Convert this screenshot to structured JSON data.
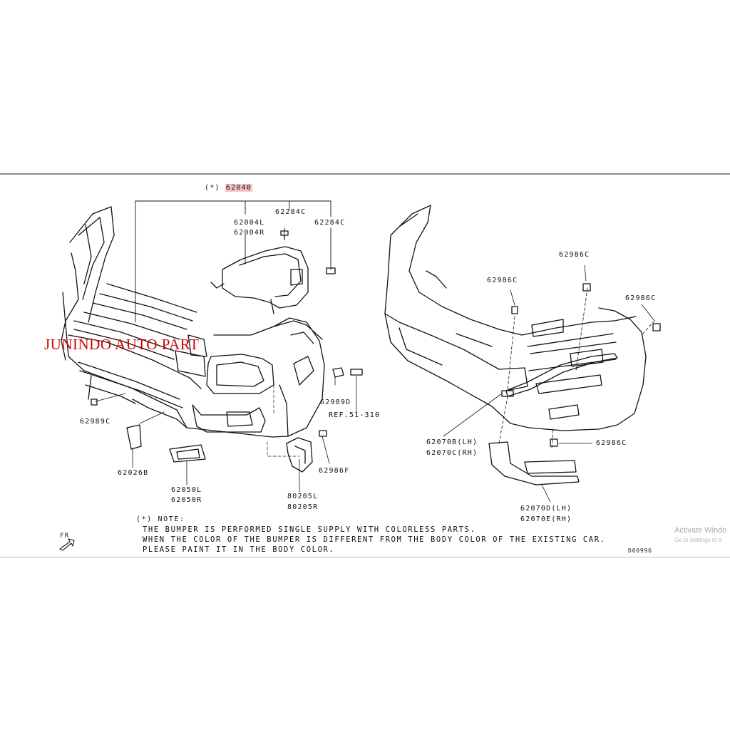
{
  "watermark": "JUNINDO AUTO PART",
  "diagram": {
    "star_marker": "(*)",
    "assembly_part": "62040",
    "callouts": {
      "p62004l": "62004L",
      "p62004r": "62004R",
      "p62284c_a": "62284C",
      "p62284c_b": "62284C",
      "p62989c": "62989C",
      "p62989d": "62989D",
      "ref": "REF.51-310",
      "p62026b": "62026B",
      "p62050l": "62050L",
      "p62050r": "62050R",
      "p80205l": "80205L",
      "p80205r": "80205R",
      "p62986f": "62986F",
      "p62986c_1": "62986C",
      "p62986c_2": "62986C",
      "p62986c_3": "62986C",
      "p62986c_4": "62986C",
      "p62070b": "62070B(LH)",
      "p62070c": "62070C(RH)",
      "p62070d": "62070D(LH)",
      "p62070e": "62070E(RH)"
    },
    "direction": "FR",
    "drawing_code": "D00996"
  },
  "note": {
    "heading": "(*) NOTE:",
    "line1": "THE BUMPER IS PERFORMED SINGLE SUPPLY WITH COLORLESS PARTS.",
    "line2": "WHEN THE COLOR OF THE BUMPER IS DIFFERENT FROM THE BODY COLOR OF THE EXISTING CAR.",
    "line3": "PLEASE PAINT IT IN THE BODY COLOR."
  },
  "os_overlay": {
    "title": "Activate Windo",
    "subtitle": "Go to Settings to a"
  },
  "colors": {
    "highlight": "#f6c4c4",
    "watermark": "#d40000",
    "line": "#111111"
  }
}
